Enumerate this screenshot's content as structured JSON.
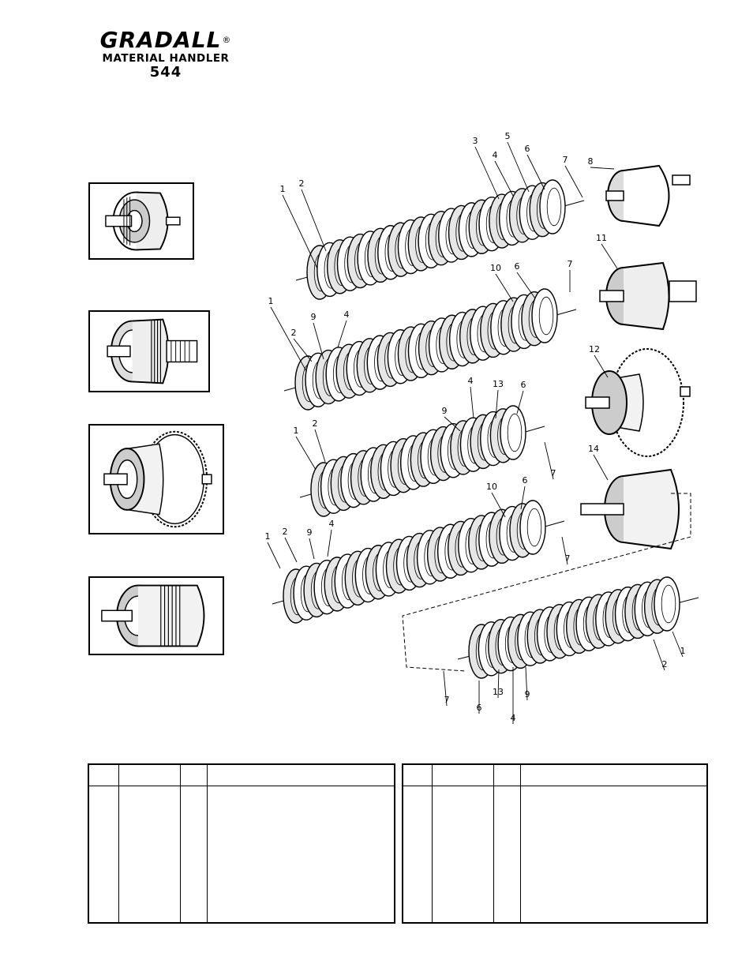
{
  "header": {
    "brand": "GRADALL",
    "registered_mark": "®",
    "subtitle": "MATERIAL HANDLER",
    "model": "544"
  },
  "thumbnails": [
    {
      "assembly": "clutch-drum-8"
    },
    {
      "assembly": "gear-shaft-11"
    },
    {
      "assembly": "large-gear-12"
    },
    {
      "assembly": "clutch-drum-14"
    }
  ],
  "diagram": {
    "callouts": {
      "row1": [
        "1",
        "2",
        "3",
        "4",
        "5",
        "6",
        "7",
        "8"
      ],
      "row2": [
        "1",
        "2",
        "9",
        "4",
        "10",
        "6",
        "7",
        "11"
      ],
      "row3": [
        "1",
        "2",
        "9",
        "4",
        "13",
        "6",
        "7",
        "12"
      ],
      "row4": [
        "1",
        "2",
        "9",
        "4",
        "10",
        "6",
        "7",
        "14"
      ],
      "row5": [
        "7",
        "6",
        "13",
        "4",
        "9",
        "2",
        "1"
      ]
    }
  },
  "parts_tables": [
    {
      "columns": [
        "",
        "",
        "",
        ""
      ],
      "rows": []
    },
    {
      "columns": [
        "",
        "",
        "",
        ""
      ],
      "rows": []
    }
  ]
}
